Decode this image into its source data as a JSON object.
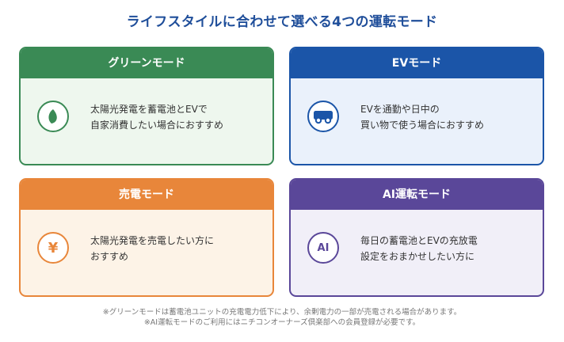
{
  "title": "ライフスタイルに合わせて選べる4つの運転モード",
  "cards": {
    "green": {
      "header": "グリーンモード",
      "lines": [
        "太陽光発電を蓄電池とEVで",
        "自家消費したい場合におすすめ"
      ],
      "icon": "leaf-icon",
      "color": "#3a8a55"
    },
    "ev": {
      "header": "EVモード",
      "lines": [
        "EVを通勤や日中の",
        "買い物で使う場合におすすめ"
      ],
      "icon": "car-icon",
      "color": "#1b55a8"
    },
    "sell": {
      "header": "売電モード",
      "lines": [
        "太陽光発電を売電したい方に",
        "おすすめ"
      ],
      "icon": "yen-icon",
      "icon_text": "¥",
      "color": "#e8863a"
    },
    "ai": {
      "header": "AI運転モード",
      "lines": [
        "毎日の蓄電池とEVの充放電",
        "設定をおまかせしたい方に"
      ],
      "icon": "ai-icon",
      "icon_text": "AI",
      "color": "#5a4799"
    }
  },
  "footnotes": [
    "※グリーンモードは蓄電池ユニットの充電電力低下により、余剰電力の一部が売電される場合があります。",
    "※AI運転モードのご利用にはニチコンオーナーズ倶楽部への会員登録が必要です。"
  ]
}
